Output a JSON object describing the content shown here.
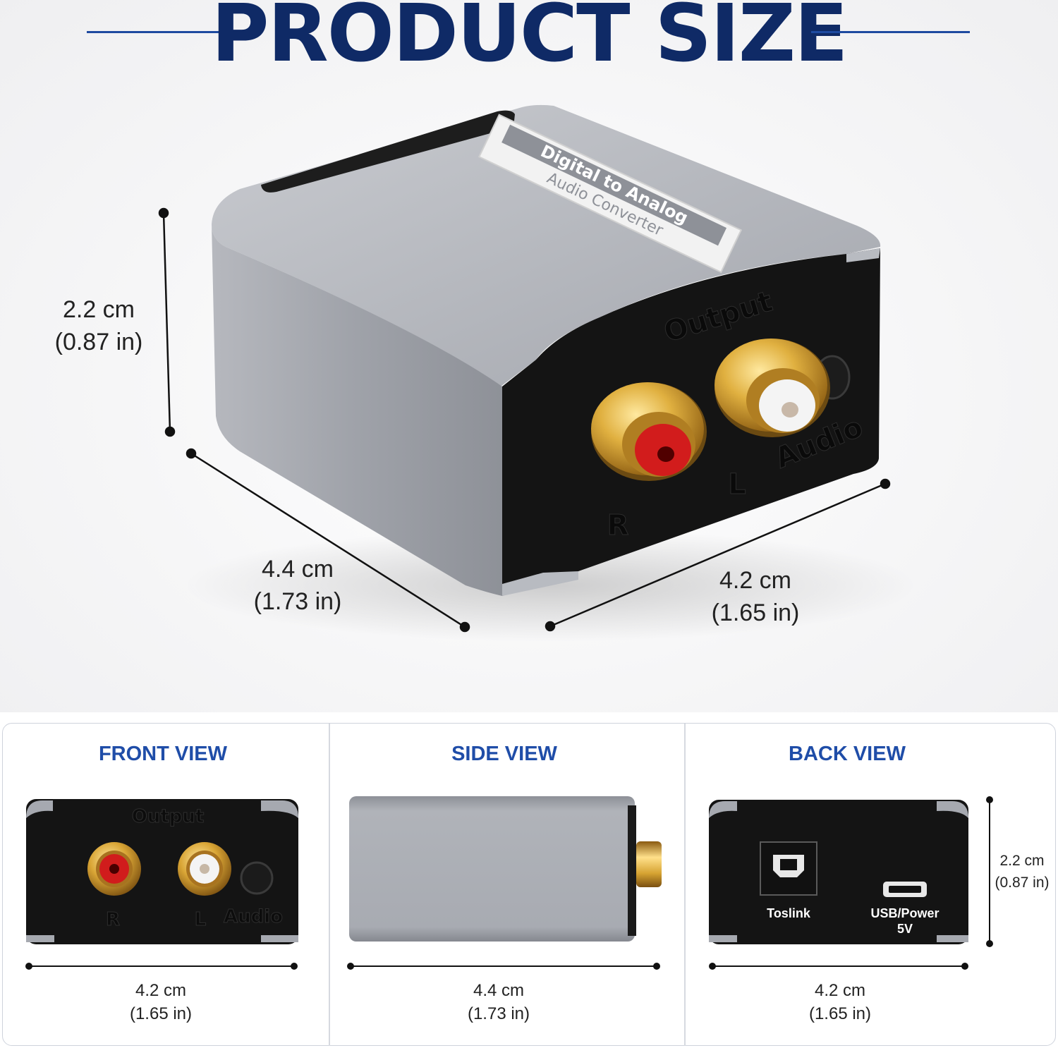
{
  "title": "PRODUCT SIZE",
  "device": {
    "label_line1": "Digital to Analog",
    "label_line2": "Audio Converter",
    "output_label": "Output",
    "audio_label": "Audio",
    "r_label": "R",
    "l_label": "L"
  },
  "hero_dimensions": {
    "height_cm": "2.2 cm",
    "height_in": "(0.87 in)",
    "depth_cm": "4.4 cm",
    "depth_in": "(1.73 in)",
    "width_cm": "4.2 cm",
    "width_in": "(1.65 in)"
  },
  "views": {
    "front": {
      "title": "FRONT VIEW",
      "output_label": "Output",
      "r_label": "R",
      "l_label": "L",
      "audio_label": "Audio",
      "width_cm": "4.2 cm",
      "width_in": "(1.65 in)"
    },
    "side": {
      "title": "SIDE VIEW",
      "length_cm": "4.4 cm",
      "length_in": "(1.73 in)"
    },
    "back": {
      "title": "BACK VIEW",
      "toslink_label": "Toslink",
      "usb_label_line1": "USB/Power",
      "usb_label_line2": "5V",
      "width_cm": "4.2 cm",
      "width_in": "(1.65 in)",
      "height_cm": "2.2 cm",
      "height_in": "(0.87 in)"
    }
  },
  "colors": {
    "title_navy": "#0f2a66",
    "view_title_blue": "#1f4da8",
    "housing_silver": "#a9acb3",
    "panel_black": "#141414",
    "jack_gold": "#d4a52a",
    "jack_red": "#d42020"
  }
}
